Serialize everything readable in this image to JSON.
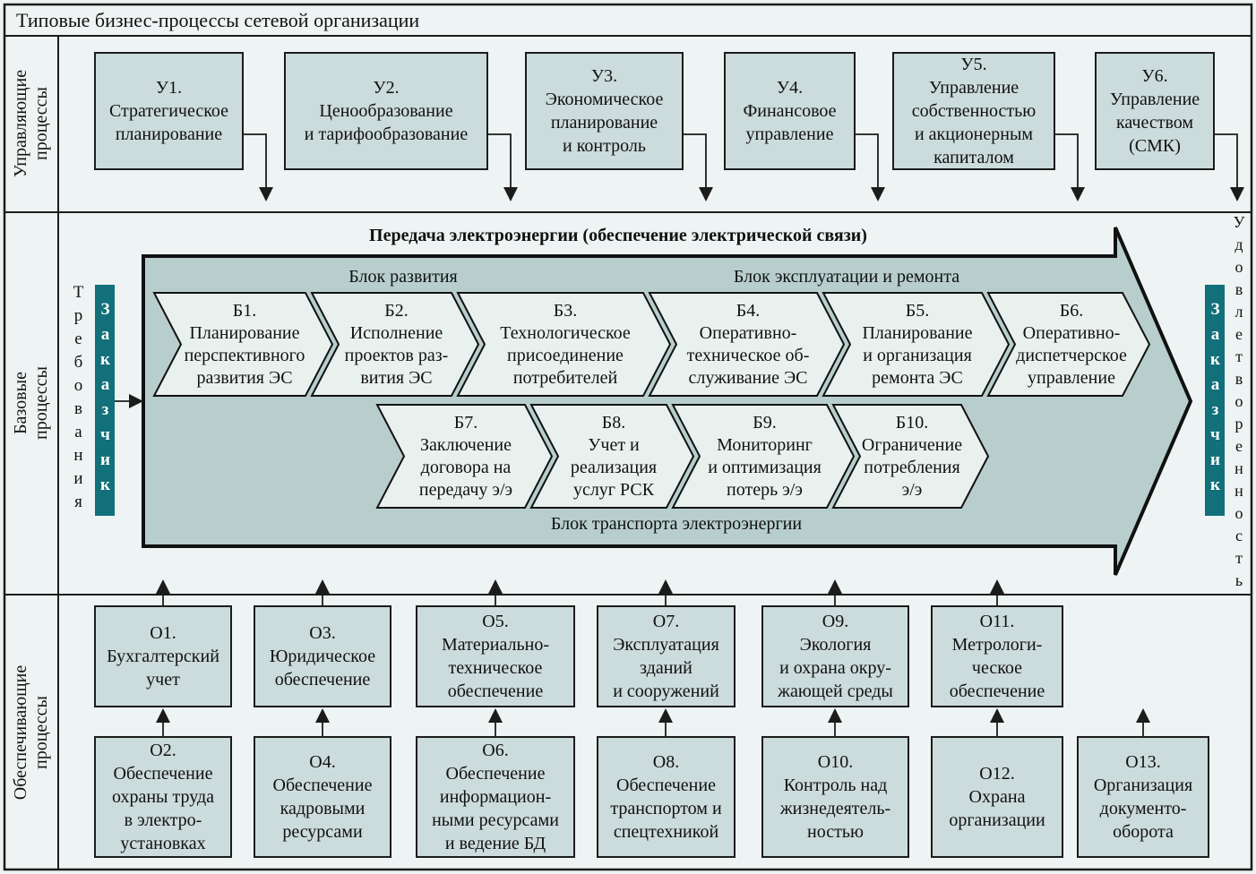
{
  "title": "Типовые бизнес-процессы сетевой организации",
  "colors": {
    "background": "#eef4f3",
    "process_box_fill": "#ccdbdb",
    "big_arrow_fill": "#b7cecd",
    "chevron_fill": "#e9f1ef",
    "customer_bar_fill": "#11707a",
    "line_color": "#1c1c1c"
  },
  "sidebar": {
    "sections": [
      {
        "label": "Управляющие\nпроцессы"
      },
      {
        "label": "Базовые\nпроцессы"
      },
      {
        "label": "Обеспечивающие\nпроцессы"
      }
    ]
  },
  "management": {
    "boxes": [
      {
        "num": "У1.",
        "name": "Стратегическое\nпланирование"
      },
      {
        "num": "У2.",
        "name": "Ценообразование\nи тарифообразование"
      },
      {
        "num": "У3.",
        "name": "Экономическое\nпланирование\nи контроль"
      },
      {
        "num": "У4.",
        "name": "Финансовое\nуправление"
      },
      {
        "num": "У5.",
        "name": "Управление\nсобственностью\nи акционерным\nкапиталом"
      },
      {
        "num": "У6.",
        "name": "Управление\nкачеством\n(СМК)"
      }
    ]
  },
  "base": {
    "header": "Передача электроэнергии (обеспечение электрической связи)",
    "left_word": "Требования",
    "customer_left": "Заказчик",
    "customer_right": "Заказчик",
    "right_word": "Удовлетворенность",
    "block_development": "Блок развития",
    "block_operation": "Блок эксплуатации и ремонта",
    "block_transport": "Блок транспорта электроэнергии",
    "chevrons": [
      {
        "num": "Б1.",
        "name": "Планирование\nперспективного\nразвития ЭС"
      },
      {
        "num": "Б2.",
        "name": "Исполнение\nпроектов раз-\nвития ЭС"
      },
      {
        "num": "Б3.",
        "name": "Технологическое\nприсоединение\nпотребителей"
      },
      {
        "num": "Б4.",
        "name": "Оперативно-\nтехническое об-\nслуживание ЭС"
      },
      {
        "num": "Б5.",
        "name": "Планирование\nи организация\nремонта ЭС"
      },
      {
        "num": "Б6.",
        "name": "Оперативно-\nдиспетчерское\nуправление"
      },
      {
        "num": "Б7.",
        "name": "Заключение\nдоговора на\nпередачу э/э"
      },
      {
        "num": "Б8.",
        "name": "Учет и\nреализация\nуслуг РСК"
      },
      {
        "num": "Б9.",
        "name": "Мониторинг\nи оптимизация\nпотерь э/э"
      },
      {
        "num": "Б10.",
        "name": "Ограничение\nпотребления\nэ/э"
      }
    ]
  },
  "support": {
    "top_row": [
      {
        "num": "О1.",
        "name": "Бухгалтерский\nучет"
      },
      {
        "num": "О3.",
        "name": "Юридическое\nобеспечение"
      },
      {
        "num": "О5.",
        "name": "Материально-\nтехническое\nобеспечение"
      },
      {
        "num": "О7.",
        "name": "Эксплуатация\nзданий\nи сооружений"
      },
      {
        "num": "О9.",
        "name": "Экология\nи охрана окру-\nжающей среды"
      },
      {
        "num": "О11.",
        "name": "Метрологи-\nческое\nобеспечение"
      }
    ],
    "bottom_row": [
      {
        "num": "О2.",
        "name": "Обеспечение\nохраны труда\nв электро-\nустановках"
      },
      {
        "num": "О4.",
        "name": "Обеспечение\nкадровыми\nресурсами"
      },
      {
        "num": "О6.",
        "name": "Обеспечение\nинформацион-\nными ресурсами\nи ведение БД"
      },
      {
        "num": "О8.",
        "name": "Обеспечение\nтранспортом и\nспецтехникой"
      },
      {
        "num": "О10.",
        "name": "Контроль над\nжизнедеятель-\nностью"
      },
      {
        "num": "О12.",
        "name": "Охрана\nорганизации"
      },
      {
        "num": "О13.",
        "name": "Организация\nдокументо-\nоборота"
      }
    ]
  }
}
